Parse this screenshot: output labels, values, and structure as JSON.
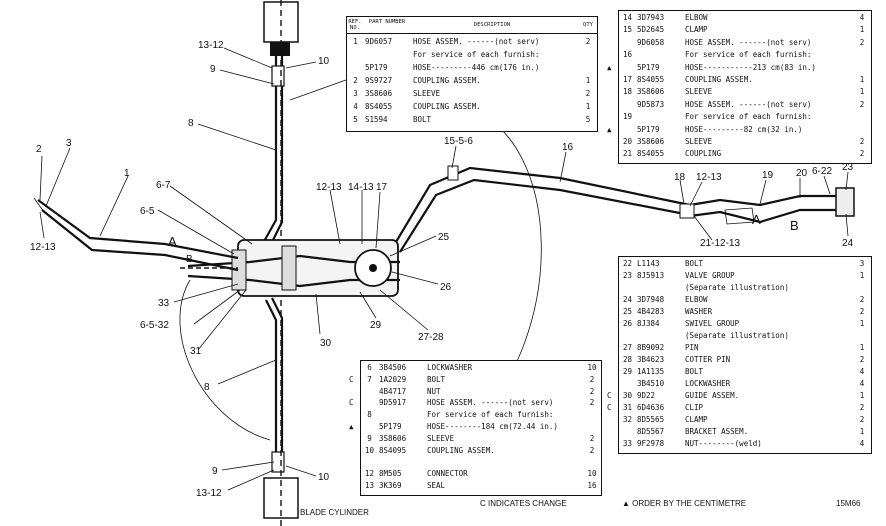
{
  "callouts": [
    {
      "id": "c1",
      "text": "1"
    },
    {
      "id": "c2",
      "text": "2"
    },
    {
      "id": "c3",
      "text": "3"
    },
    {
      "id": "c12_13a",
      "text": "12-13"
    },
    {
      "id": "cA1",
      "text": "A"
    },
    {
      "id": "cB1",
      "text": "B"
    },
    {
      "id": "c6_5",
      "text": "6-5"
    },
    {
      "id": "c6_7",
      "text": "6-7"
    },
    {
      "id": "c8a",
      "text": "8"
    },
    {
      "id": "c9a",
      "text": "9"
    },
    {
      "id": "c13_12a",
      "text": "13-12"
    },
    {
      "id": "c10a",
      "text": "10"
    },
    {
      "id": "c8b",
      "text": "8"
    },
    {
      "id": "c12_13b",
      "text": "12-13"
    },
    {
      "id": "c14_13",
      "text": "14-13"
    },
    {
      "id": "c17",
      "text": "17"
    },
    {
      "id": "c25",
      "text": "25"
    },
    {
      "id": "c26",
      "text": "26"
    },
    {
      "id": "c27_28",
      "text": "27-28"
    },
    {
      "id": "c29",
      "text": "29"
    },
    {
      "id": "c30",
      "text": "30"
    },
    {
      "id": "c31",
      "text": "31"
    },
    {
      "id": "c33",
      "text": "33"
    },
    {
      "id": "c6_5_32",
      "text": "6-5-32"
    },
    {
      "id": "c8c",
      "text": "8"
    },
    {
      "id": "c9b",
      "text": "9"
    },
    {
      "id": "c13_12b",
      "text": "13-12"
    },
    {
      "id": "c10b",
      "text": "10"
    },
    {
      "id": "c15_5_6",
      "text": "15-5-6"
    },
    {
      "id": "c16",
      "text": "16"
    },
    {
      "id": "c18",
      "text": "18"
    },
    {
      "id": "c12_13c",
      "text": "12-13"
    },
    {
      "id": "c19",
      "text": "19"
    },
    {
      "id": "c20",
      "text": "20"
    },
    {
      "id": "c6_22",
      "text": "6-22"
    },
    {
      "id": "c23",
      "text": "23"
    },
    {
      "id": "c21_12_13",
      "text": "21-12-13"
    },
    {
      "id": "cA2",
      "text": "A"
    },
    {
      "id": "cB2",
      "text": "B"
    },
    {
      "id": "c24",
      "text": "24"
    }
  ],
  "table1": {
    "header": {
      "ref": "REF. NO.",
      "part": "PART NUMBER",
      "desc": "DESCRIPTION",
      "qty": "QTY"
    },
    "rows": [
      {
        "mark": "",
        "ref": "1",
        "part": "9D6057",
        "desc": "HOSE ASSEM. ------(not serv)",
        "qty": "2"
      },
      {
        "mark": "",
        "ref": "",
        "part": "",
        "desc": "For service of each furnish:",
        "qty": ""
      },
      {
        "mark": "",
        "ref": "",
        "part": "5P179",
        "desc": "HOSE---------446 cm(176 in.)",
        "qty": ""
      },
      {
        "mark": "",
        "ref": "2",
        "part": "9S9727",
        "desc": "COUPLING ASSEM.",
        "qty": "1"
      },
      {
        "mark": "",
        "ref": "3",
        "part": "3S8606",
        "desc": "SLEEVE",
        "qty": "2"
      },
      {
        "mark": "",
        "ref": "4",
        "part": "8S4055",
        "desc": "COUPLING ASSEM.",
        "qty": "1"
      },
      {
        "mark": "",
        "ref": "5",
        "part": "S1594",
        "desc": "BOLT",
        "qty": "5"
      }
    ]
  },
  "table2": {
    "rows": [
      {
        "mark": "",
        "ref": "14",
        "part": "3D7943",
        "desc": "ELBOW",
        "qty": "4"
      },
      {
        "mark": "",
        "ref": "15",
        "part": "5D2645",
        "desc": "CLAMP",
        "qty": "1"
      },
      {
        "mark": "",
        "ref": "",
        "part": "9D6058",
        "desc": "HOSE ASSEM. ------(not serv)",
        "qty": "2"
      },
      {
        "mark": "",
        "ref": "16",
        "part": "",
        "desc": "For service of each furnish:",
        "qty": ""
      },
      {
        "mark": "▲",
        "ref": "",
        "part": "5P179",
        "desc": "HOSE-----------213 cm(83 in.)",
        "qty": ""
      },
      {
        "mark": "",
        "ref": "17",
        "part": "8S4055",
        "desc": "COUPLING ASSEM.",
        "qty": "1"
      },
      {
        "mark": "",
        "ref": "18",
        "part": "3S8606",
        "desc": "SLEEVE",
        "qty": "1"
      },
      {
        "mark": "",
        "ref": "",
        "part": "9D5873",
        "desc": "HOSE ASSEM. ------(not serv)",
        "qty": "2"
      },
      {
        "mark": "",
        "ref": "19",
        "part": "",
        "desc": "For service of each furnish:",
        "qty": ""
      },
      {
        "mark": "▲",
        "ref": "",
        "part": "5P179",
        "desc": "HOSE---------82 cm(32 in.)",
        "qty": ""
      },
      {
        "mark": "",
        "ref": "20",
        "part": "3S8606",
        "desc": "SLEEVE",
        "qty": "2"
      },
      {
        "mark": "",
        "ref": "21",
        "part": "8S4055",
        "desc": "COUPLING",
        "qty": "2"
      }
    ]
  },
  "table3": {
    "rows": [
      {
        "mark": "",
        "ref": "22",
        "part": "L1143",
        "desc": "BOLT",
        "qty": "3"
      },
      {
        "mark": "",
        "ref": "23",
        "part": "8J5913",
        "desc": "VALVE GROUP",
        "qty": "1"
      },
      {
        "mark": "",
        "ref": "",
        "part": "",
        "desc": "(Separate illustration)",
        "qty": ""
      },
      {
        "mark": "",
        "ref": "24",
        "part": "3D7948",
        "desc": "ELBOW",
        "qty": "2"
      },
      {
        "mark": "",
        "ref": "25",
        "part": "4B4283",
        "desc": "WASHER",
        "qty": "2"
      },
      {
        "mark": "",
        "ref": "26",
        "part": "8J384",
        "desc": "SWIVEL GROUP",
        "qty": "1"
      },
      {
        "mark": "",
        "ref": "",
        "part": "",
        "desc": "(Separate illustration)",
        "qty": ""
      },
      {
        "mark": "",
        "ref": "27",
        "part": "8B9092",
        "desc": "PIN",
        "qty": "1"
      },
      {
        "mark": "",
        "ref": "28",
        "part": "3B4623",
        "desc": "COTTER PIN",
        "qty": "2"
      },
      {
        "mark": "",
        "ref": "29",
        "part": "1A1135",
        "desc": "BOLT",
        "qty": "4"
      },
      {
        "mark": "",
        "ref": "",
        "part": "3B4510",
        "desc": "LOCKWASHER",
        "qty": "4"
      },
      {
        "mark": "C",
        "ref": "30",
        "part": "9D22",
        "desc": "GUIDE ASSEM.",
        "qty": "1"
      },
      {
        "mark": "C",
        "ref": "31",
        "part": "6D4636",
        "desc": "CLIP",
        "qty": "2"
      },
      {
        "mark": "",
        "ref": "32",
        "part": "8D5565",
        "desc": "CLAMP",
        "qty": "2"
      },
      {
        "mark": "",
        "ref": "",
        "part": "8D5567",
        "desc": "BRACKET ASSEM.",
        "qty": "1"
      },
      {
        "mark": "",
        "ref": "33",
        "part": "9F2978",
        "desc": "NUT--------(weld)",
        "qty": "4"
      }
    ]
  },
  "table4": {
    "rows": [
      {
        "mark": "",
        "ref": "6",
        "part": "3B4506",
        "desc": "LOCKWASHER",
        "qty": "10"
      },
      {
        "mark": "C",
        "ref": "7",
        "part": "1A2029",
        "desc": "BOLT",
        "qty": "2"
      },
      {
        "mark": "",
        "ref": "",
        "part": "4B4717",
        "desc": "NUT",
        "qty": "2"
      },
      {
        "mark": "C",
        "ref": "",
        "part": "9D5917",
        "desc": "HOSE ASSEM. ------(not serv)",
        "qty": "2"
      },
      {
        "mark": "",
        "ref": "8",
        "part": "",
        "desc": "For service of each furnish:",
        "qty": ""
      },
      {
        "mark": "▲",
        "ref": "",
        "part": "5P179",
        "desc": "HOSE--------184 cm(72.44 in.)",
        "qty": ""
      },
      {
        "mark": "",
        "ref": "9",
        "part": "3S8606",
        "desc": "SLEEVE",
        "qty": "2"
      },
      {
        "mark": "",
        "ref": "10",
        "part": "8S4095",
        "desc": "COUPLING ASSEM.",
        "qty": "2"
      },
      {
        "mark": "",
        "ref": "",
        "part": "",
        "desc": "",
        "qty": ""
      },
      {
        "mark": "",
        "ref": "12",
        "part": "8M505",
        "desc": "CONNECTOR",
        "qty": "10"
      },
      {
        "mark": "",
        "ref": "13",
        "part": "3K369",
        "desc": "SEAL",
        "qty": "16"
      }
    ]
  },
  "notes": {
    "blade_cylinder": "BLADE CYLINDER",
    "change": "C INDICATES CHANGE",
    "order": "▲ ORDER BY THE CENTIMETRE",
    "illus_no": "15M66"
  }
}
